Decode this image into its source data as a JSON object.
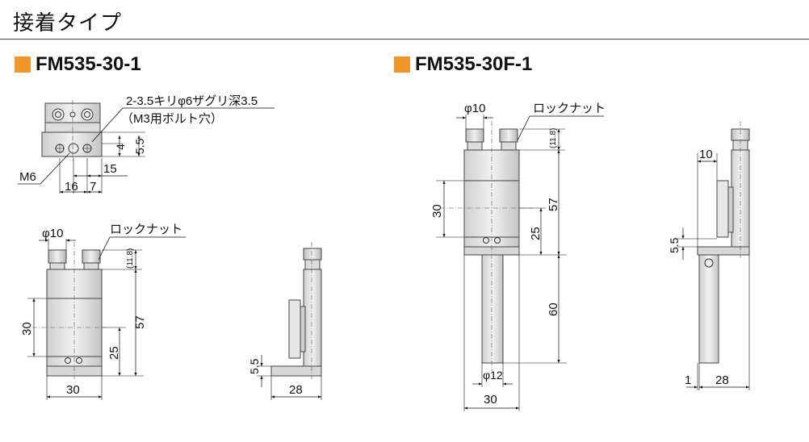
{
  "page_title": "接着タイプ",
  "accent_color": "#f0962a",
  "models": [
    {
      "name": "FM535-30-1"
    },
    {
      "name": "FM535-30F-1"
    }
  ],
  "annotations": {
    "hole_spec_line1": "2-3.5キリφ6ザグリ深3.5",
    "hole_spec_line2": "（M3用ボルト穴）",
    "thread": "M6",
    "lock_nut": "ロックナット"
  },
  "dims_model1": {
    "top_4": "4",
    "top_55": "5.5",
    "top_15": "15",
    "top_16": "16",
    "top_7": "7",
    "knob_dia": "φ10",
    "ref_118": "(11.8)",
    "h30": "30",
    "h25": "25",
    "h57": "57",
    "w30": "30",
    "side_55": "5.5",
    "side_28": "28"
  },
  "dims_model2": {
    "knob_dia": "φ10",
    "ref_118": "(11.8)",
    "h30": "30",
    "h57": "57",
    "h25": "25",
    "h60": "60",
    "post_dia": "φ12",
    "w30": "30",
    "side_10": "10",
    "side_55": "5.5",
    "side_1": "1",
    "side_28": "28"
  }
}
